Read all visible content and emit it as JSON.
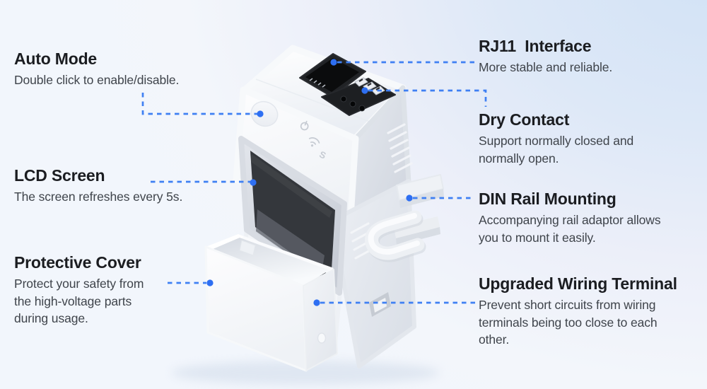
{
  "colors": {
    "accent_line": "#3f80f3",
    "accent_dot": "#2e6ff2",
    "heading_color": "#1b1d21",
    "body_color": "#3f444b",
    "background_blue": "#d2e2f6",
    "background_light": "#f3f6fb"
  },
  "callouts": {
    "auto_mode": {
      "title": "Auto Mode",
      "description": "Double click to enable/disable."
    },
    "lcd_screen": {
      "title": "LCD Screen",
      "description": "The screen refreshes every 5s."
    },
    "protective_cover": {
      "title": "Protective Cover",
      "description": "Protect your safety from\nthe high-voltage parts\nduring usage."
    },
    "rj11_interface": {
      "title": "RJ11  Interface",
      "description": "More stable and reliable."
    },
    "dry_contact": {
      "title": "Dry Contact",
      "description": "Support normally closed and\nnormally open."
    },
    "din_rail_mounting": {
      "title": "DIN Rail Mounting",
      "description": "Accompanying rail adaptor allows\nyou to mount it easily."
    },
    "upgraded_wiring_terminal": {
      "title": "Upgraded Wiring Terminal",
      "description": "Prevent short circuits from wiring\nterminals being too close to each\nother."
    }
  },
  "device": {
    "front_icons": [
      "power-icon",
      "wifi-icon",
      "s-icon"
    ],
    "features_marked": [
      "button",
      "rj11-port",
      "dry-contact-connector",
      "lcd-screen",
      "din-rail-clip",
      "protective-cover",
      "wiring-terminal"
    ]
  }
}
